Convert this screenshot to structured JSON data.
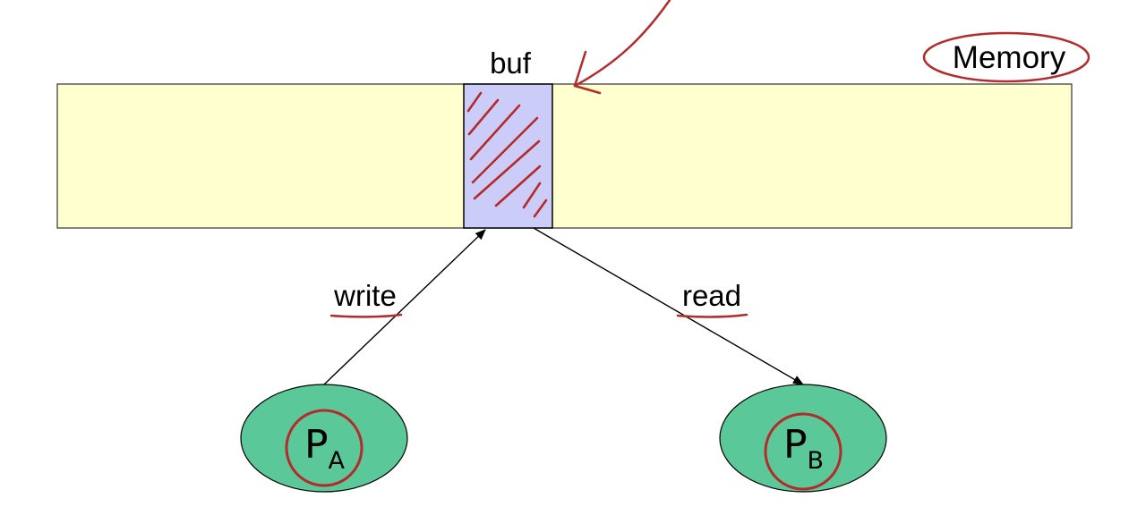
{
  "memory": {
    "label": "Memory",
    "fill": "#ffffd0",
    "stroke": "#333333"
  },
  "buffer": {
    "label": "buf",
    "fill": "#ccccf8",
    "hatch_color": "#b52a2a"
  },
  "arrows": {
    "write_label": "write",
    "read_label": "read"
  },
  "processes": [
    {
      "letter": "P",
      "subscript": "A"
    },
    {
      "letter": "P",
      "subscript": "B"
    }
  ],
  "colors": {
    "process_fill": "#5bc89a",
    "annotation_red": "#b52a2a"
  }
}
